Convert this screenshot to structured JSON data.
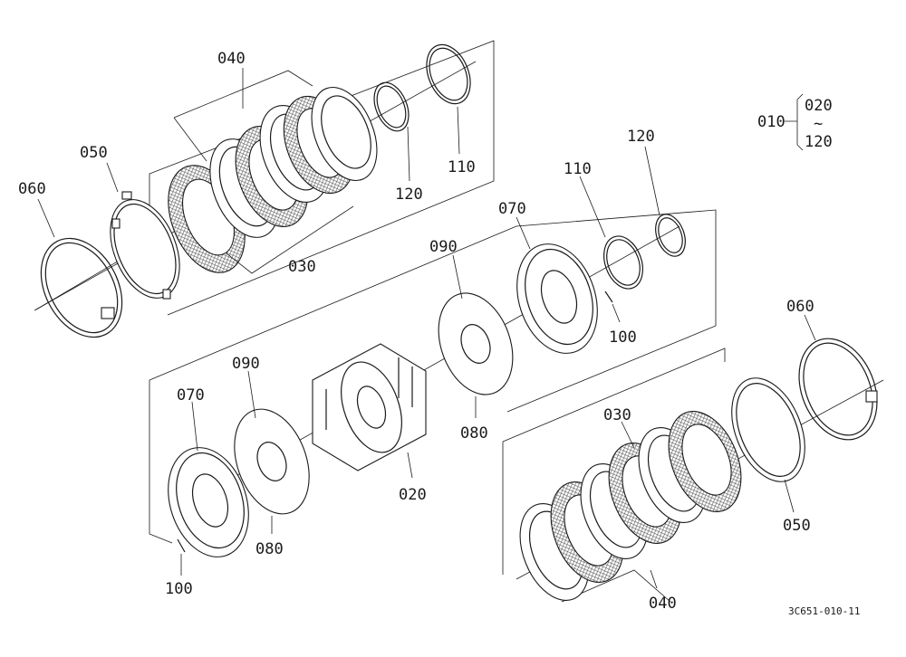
{
  "labels": {
    "tl_040": "040",
    "tl_050": "050",
    "tl_060": "060",
    "tl_030": "030",
    "tl_120": "120",
    "tl_110": "110",
    "mr_110": "110",
    "mr_120": "120",
    "mr_070": "070",
    "mr_090": "090",
    "mr_100": "100",
    "mr_080": "080",
    "ml_090": "090",
    "ml_070": "070",
    "ml_080": "080",
    "ml_100": "100",
    "ml_020": "020",
    "br_060": "060",
    "br_030": "030",
    "br_050": "050",
    "br_040": "040"
  },
  "legend": {
    "group": "010",
    "from": "020",
    "tilde": "~",
    "to": "120"
  },
  "drawing_code": "3C651-010-11"
}
